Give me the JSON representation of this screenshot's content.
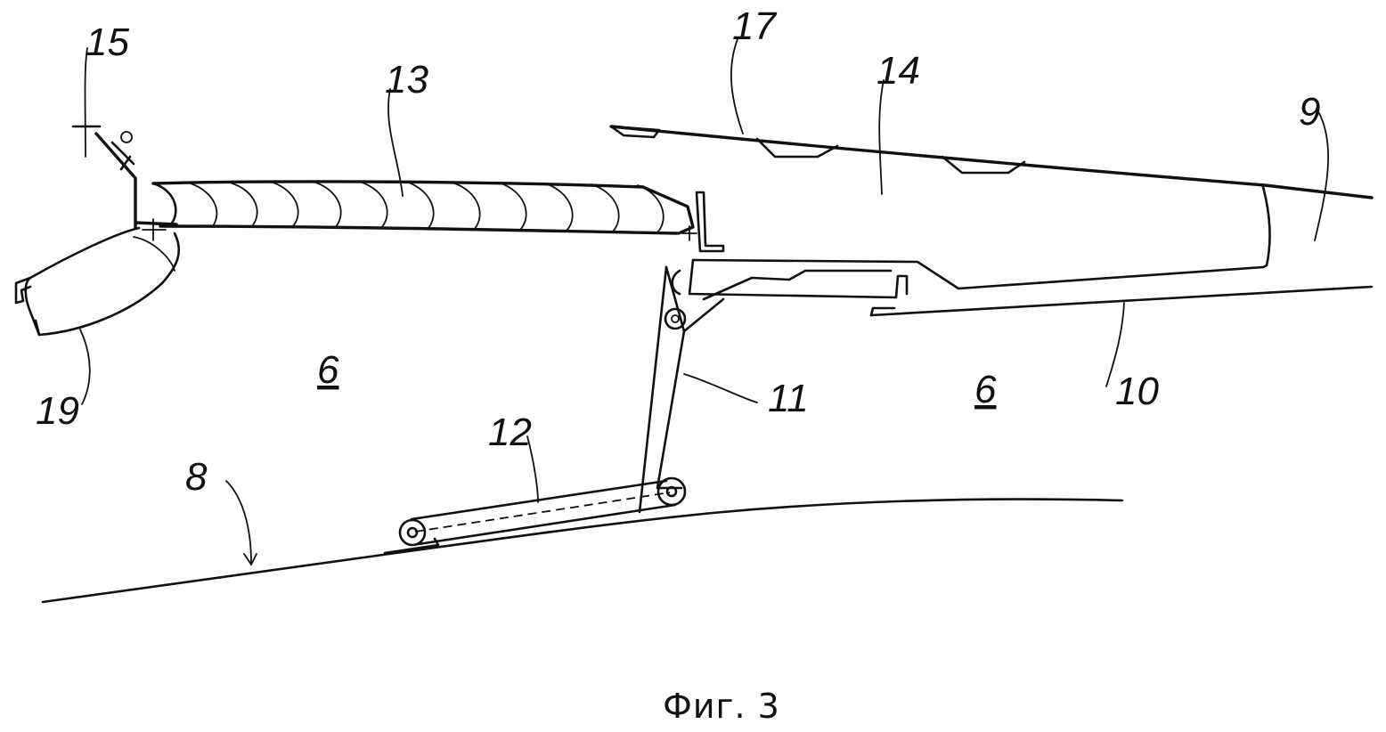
{
  "figure": {
    "caption": "Фиг. 3",
    "labels": {
      "l15": "15",
      "l13": "13",
      "l17": "17",
      "l14": "14",
      "l9": "9",
      "l19": "19",
      "l6a": "6",
      "l11": "11",
      "l6b": "6",
      "l10": "10",
      "l12": "12",
      "l8": "8"
    }
  }
}
